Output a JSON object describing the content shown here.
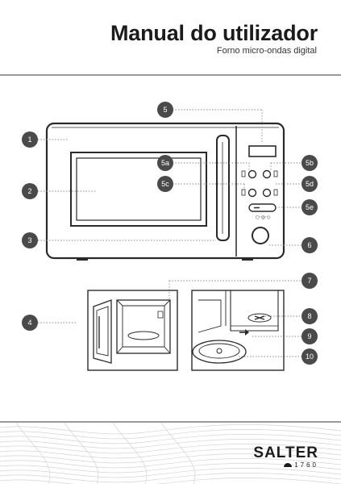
{
  "header": {
    "title": "Manual do utilizador",
    "subtitle": "Forno micro-ondas digital"
  },
  "diagram": {
    "callouts": [
      "1",
      "2",
      "3",
      "4",
      "5",
      "5a",
      "5b",
      "5c",
      "5d",
      "5e",
      "6",
      "7",
      "8",
      "9",
      "10"
    ],
    "control_panel_icons": [
      "power-level-icon",
      "defrost-icon",
      "timer-icon",
      "start-stop-icon",
      "mode-icon",
      "cancel-icon"
    ]
  },
  "footer": {
    "brand": "SALTER",
    "year": "1760"
  },
  "colors": {
    "callout_fill": "#4a4a4a",
    "line_art": "#2a2a2a",
    "rule": "#9a9a9a"
  }
}
